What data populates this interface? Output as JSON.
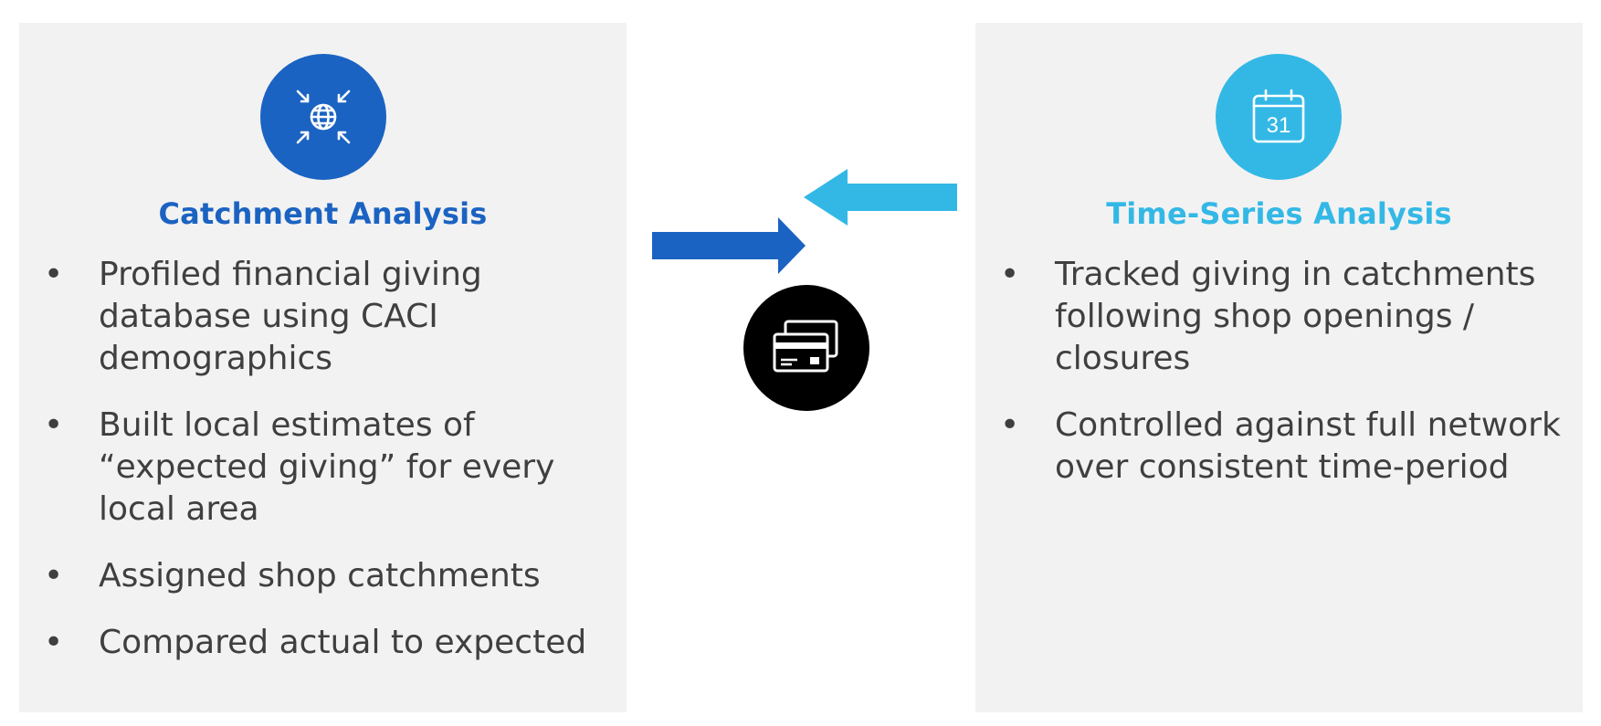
{
  "colors": {
    "left_accent": "#1b63c2",
    "right_accent": "#33b8e6",
    "center_icon_bg": "#000000",
    "panel_bg": "#f2f2f2",
    "body_text": "#3f3f3f"
  },
  "left_panel": {
    "icon": "globe-converge-icon",
    "title": "Catchment Analysis",
    "bullets": [
      "Profiled financial giving database using CACI demographics",
      "Built local estimates of “expected giving” for every local area",
      "Assigned shop catchments",
      "Compared actual to expected"
    ]
  },
  "right_panel": {
    "icon": "calendar-icon",
    "calendar_day": "31",
    "title": "Time-Series Analysis",
    "bullets": [
      "Tracked giving in catchments following shop openings / closures",
      "Controlled against full network over consistent time-period"
    ]
  },
  "center": {
    "icon": "credit-cards-icon",
    "arrows": [
      "arrow-right-icon",
      "arrow-left-icon"
    ]
  },
  "bullet_char": "•"
}
